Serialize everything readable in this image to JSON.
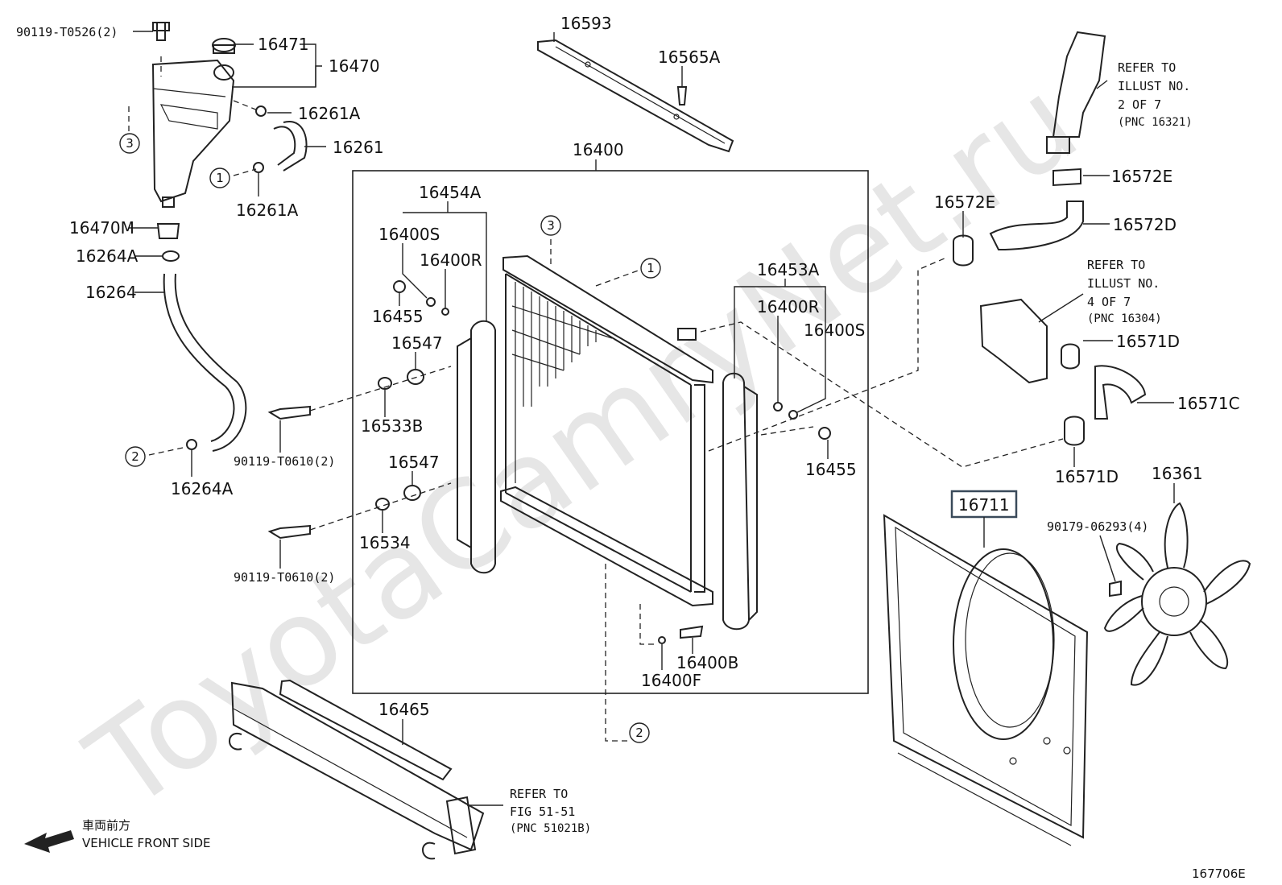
{
  "watermark": "ToyotaCamryNet.ru",
  "diagram_id": "167706E",
  "highlight_color": "#3a4a5a",
  "refs": {
    "r1": "1",
    "r2": "2",
    "r3": "3"
  },
  "parts": {
    "p90119_T0526": "90119-T0526(2)",
    "p16471": "16471",
    "p16470": "16470",
    "p16261A_top": "16261A",
    "p16261": "16261",
    "p16261A_bot": "16261A",
    "p16470M": "16470M",
    "p16264A_top": "16264A",
    "p16264": "16264",
    "p16264A_bot": "16264A",
    "p16593": "16593",
    "p16565A": "16565A",
    "p16400": "16400",
    "p16454A": "16454A",
    "p16400S_l": "16400S",
    "p16400R_l": "16400R",
    "p16455_l": "16455",
    "p16547_a": "16547",
    "p16533B": "16533B",
    "p90119_T0610_a": "90119-T0610(2)",
    "p16547_b": "16547",
    "p16534": "16534",
    "p90119_T0610_b": "90119-T0610(2)",
    "p16453A": "16453A",
    "p16400R_r": "16400R",
    "p16400S_r": "16400S",
    "p16455_r": "16455",
    "p16400B": "16400B",
    "p16400F": "16400F",
    "p16465": "16465",
    "p16572E_top": "16572E",
    "p16572E_l": "16572E",
    "p16572D": "16572D",
    "p16571D_top": "16571D",
    "p16571C": "16571C",
    "p16571D_bot": "16571D",
    "p16711": "16711",
    "p16361": "16361",
    "p90179_06293": "90179-06293(4)"
  },
  "notes": {
    "refer1": [
      "REFER TO",
      "ILLUST NO.",
      "2 OF 7",
      "(PNC 16321)"
    ],
    "refer2": [
      "REFER TO",
      "ILLUST NO.",
      "4 OF 7",
      "(PNC 16304)"
    ],
    "refer3": [
      "REFER TO",
      "FIG 51-51",
      "(PNC 51021B)"
    ]
  },
  "direction": {
    "jp": "車両前方",
    "en": "VEHICLE FRONT SIDE"
  }
}
